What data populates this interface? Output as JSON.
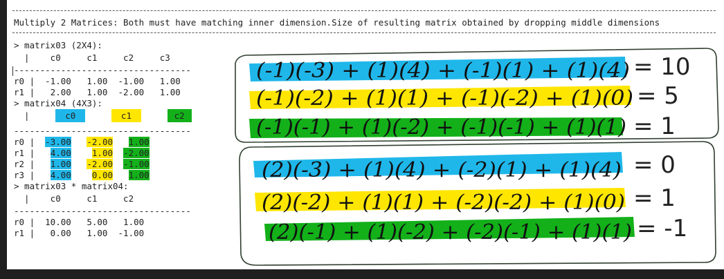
{
  "header": "Multiply 2 Matrices: Both must have matching inner dimension.Size of resulting matrix obtained by dropping middle dimensions",
  "m1": {
    "title": "> matrix03 (2X4):",
    "cols": "  |    c0     c1     c2     c3",
    "sep": "----------------------------------",
    "rows": [
      "r0 |  -1.00   1.00  -1.00   1.00",
      "r1 |   2.00   1.00  -2.00   1.00"
    ]
  },
  "m2": {
    "title": "> matrix04 (4X3):",
    "colhdr": "  |",
    "c0": "c0",
    "c1": "c1",
    "c2": "c2",
    "sep": "----------------------------------",
    "rows": [
      {
        "lbl": "r0 |",
        "a": "-3.00",
        "b": "-2.00",
        "c": "1.00"
      },
      {
        "lbl": "r1 |",
        "a": "4.00",
        "b": "1.00",
        "c": "-2.00"
      },
      {
        "lbl": "r2 |",
        "a": "1.00",
        "b": "-2.00",
        "c": "-1.00"
      },
      {
        "lbl": "r3 |",
        "a": "4.00",
        "b": "0.00",
        "c": "1.00"
      }
    ]
  },
  "m3": {
    "title": "> matrix03 * matrix04:",
    "cols": "  |    c0     c1     c2",
    "sep": "----------------------------------",
    "rows": [
      "r0 |  10.00   5.00   1.00",
      "r1 |   0.00   1.00  -1.00"
    ]
  },
  "notes": {
    "box1": [
      {
        "expr": "(-1)(-3) + (1)(4) + (-1)(1) + (1)(4)",
        "result": "= 10"
      },
      {
        "expr": "(-1)(-2) + (1)(1) + (-1)(-2) + (1)(0)",
        "result": "= 5"
      },
      {
        "expr": "(-1)(-1) + (1)(-2) + (-1)(-1) + (1)(1)",
        "result": "= 1"
      }
    ],
    "box2": [
      {
        "expr": "(2)(-3) + (1)(4) + (-2)(1) + (1)(4)",
        "result": "= 0"
      },
      {
        "expr": "(2)(-2) + (1)(1) + (-2)(-2) + (1)(0)",
        "result": "= 1"
      },
      {
        "expr": "(2)(-1) + (1)(-2) + (-2)(-1) + (1)(1)",
        "result": "= -1"
      }
    ]
  },
  "colors": {
    "blue": "#1fb7ea",
    "yellow": "#ffe600",
    "green": "#13b01a"
  }
}
